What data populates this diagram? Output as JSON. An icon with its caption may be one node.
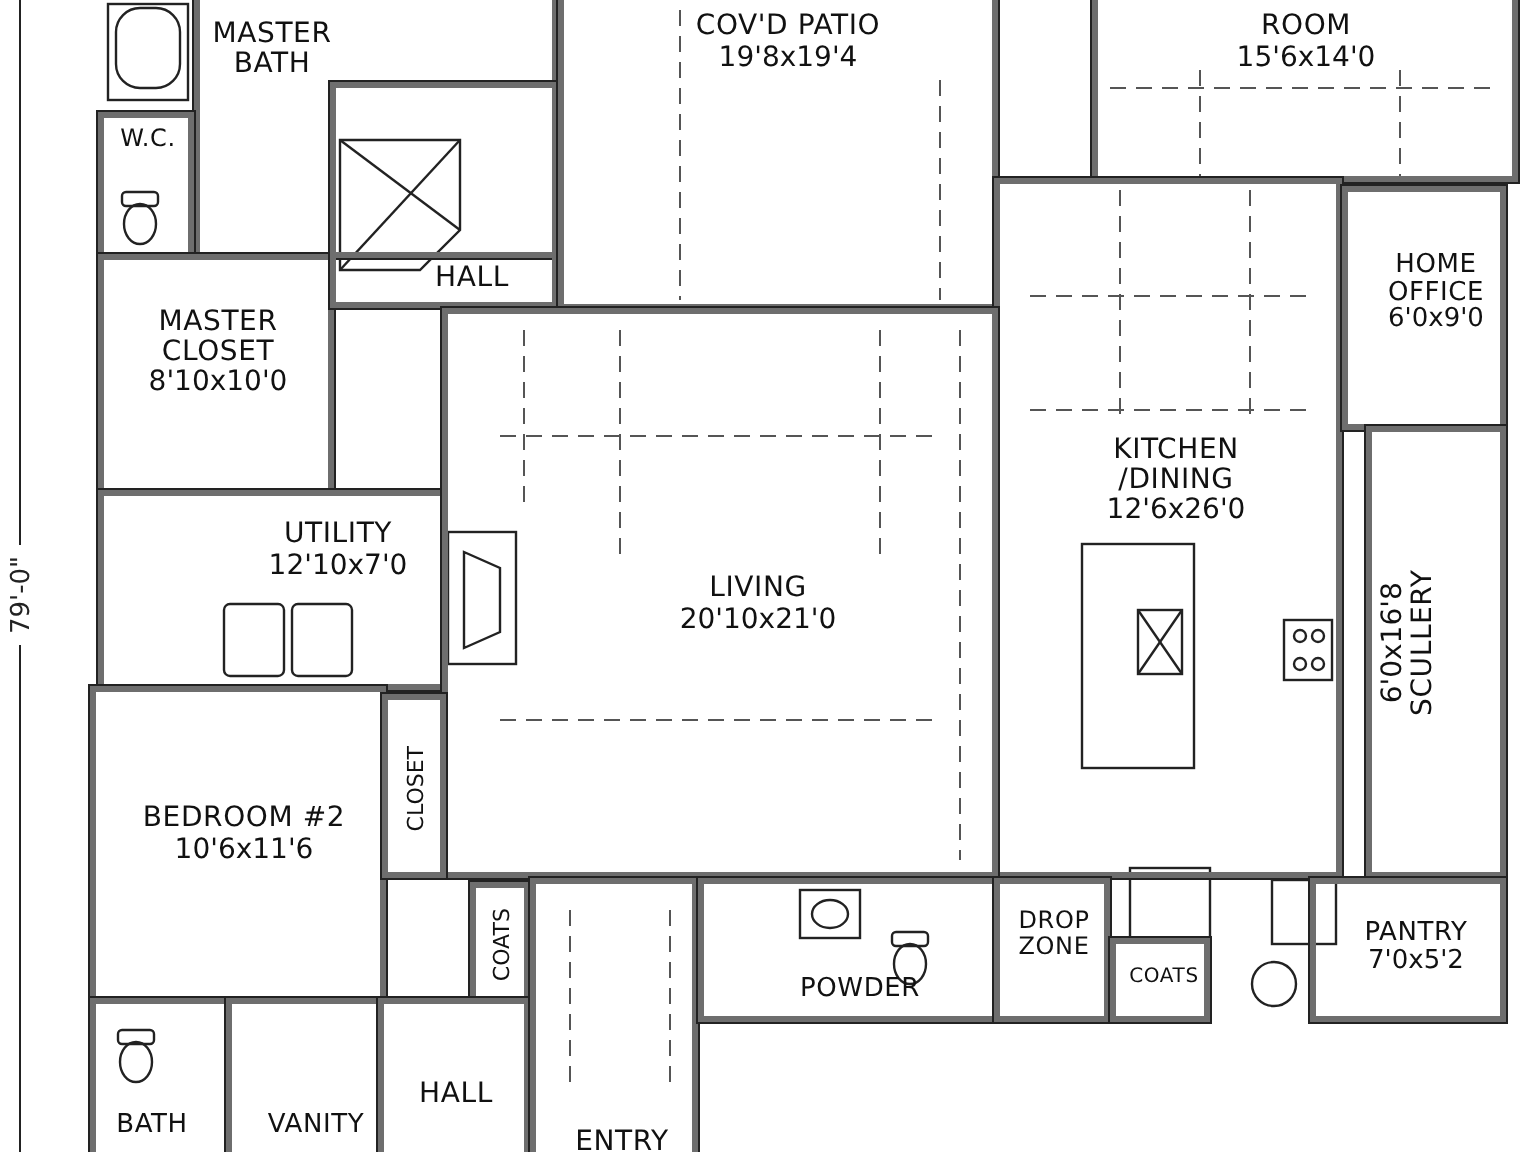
{
  "diagram": {
    "nodes": [
      {
        "text": [
          "MASTER BATH"
        ]
      },
      {
        "text": [
          "W.C."
        ]
      },
      {
        "text": [
          "MASTER CLOSET",
          "8'10x10'0"
        ]
      },
      {
        "text": [
          "HALL"
        ]
      },
      {
        "text": [
          "UTILITY",
          "12'10x7'0"
        ]
      },
      {
        "text": [
          "COV'D PATIO",
          "19'8x19'4"
        ]
      },
      {
        "text": [
          "ROOM",
          "15'6x14'0"
        ]
      },
      {
        "text": [
          "KITCHEN /DINING",
          "12'6x26'0"
        ]
      },
      {
        "text": [
          "HOME OFFICE",
          "6'0x9'0"
        ]
      },
      {
        "text": [
          "6'0x16'8",
          "SCULLERY"
        ]
      },
      {
        "text": [
          "LIVING",
          "20'10x21'0"
        ]
      },
      {
        "text": [
          "BEDROOM #2",
          "10'6x11'6"
        ]
      },
      {
        "text": [
          "CLOSET"
        ]
      },
      {
        "text": [
          "COATS"
        ]
      },
      {
        "text": [
          "BATH"
        ]
      },
      {
        "text": [
          "VANITY"
        ]
      },
      {
        "text": [
          "HALL"
        ]
      },
      {
        "text": [
          "ENTRY"
        ]
      },
      {
        "text": [
          "POWDER"
        ]
      },
      {
        "text": [
          "DROP ZONE"
        ]
      },
      {
        "text": [
          "COATS"
        ]
      },
      {
        "text": [
          "PANTRY",
          "7'0x5'2"
        ]
      }
    ],
    "labels": [
      "79'-0\""
    ]
  }
}
